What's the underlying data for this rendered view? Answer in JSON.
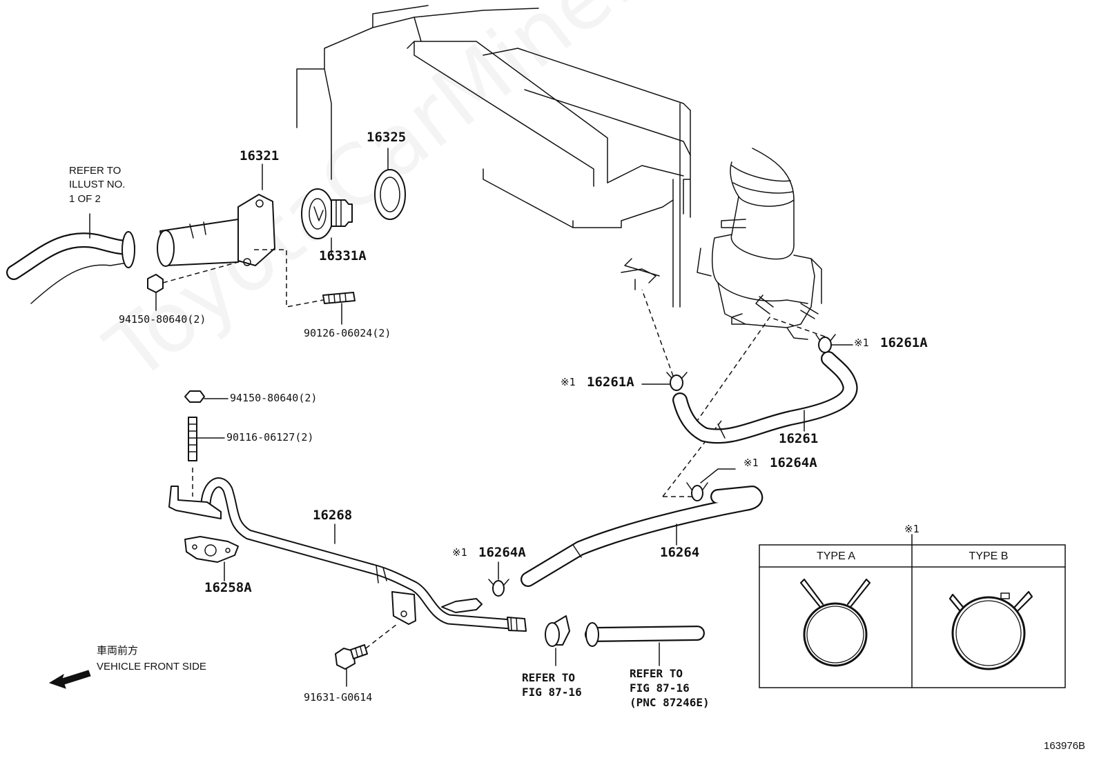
{
  "watermark": "ToyotaCarMine.ru",
  "labels": {
    "p16321": "16321",
    "p16325": "16325",
    "p16331a": "16331A",
    "p94150_top": "94150-80640(2)",
    "p90126": "90126-06024(2)",
    "p94150_mid": "94150-80640(2)",
    "p90116": "90116-06127(2)",
    "p16268": "16268",
    "p16258a": "16258A",
    "p91631": "91631-G0614",
    "p16261": "16261",
    "p16261a_right": "16261A",
    "p16261a_left": "16261A",
    "p16264a_upper": "16264A",
    "p16264a_lower": "16264A",
    "p16264": "16264",
    "mark_16261a_right": "※1",
    "mark_16261a_left": "※1",
    "mark_16264a_upper": "※1",
    "mark_16264a_lower": "※1"
  },
  "notes": {
    "refer_illust": "REFER TO\nILLUST NO.\n1 OF 2",
    "refer_fig_left": "REFER TO\nFIG 87-16",
    "refer_fig_right": "REFER TO\nFIG 87-16\n(PNC 87246E)",
    "front_jp": "車両前方",
    "front_en": "VEHICLE FRONT SIDE",
    "diagram_id": "163976B"
  },
  "clamp_table": {
    "marker": "※1",
    "type_a": "TYPE A",
    "type_b": "TYPE B"
  }
}
